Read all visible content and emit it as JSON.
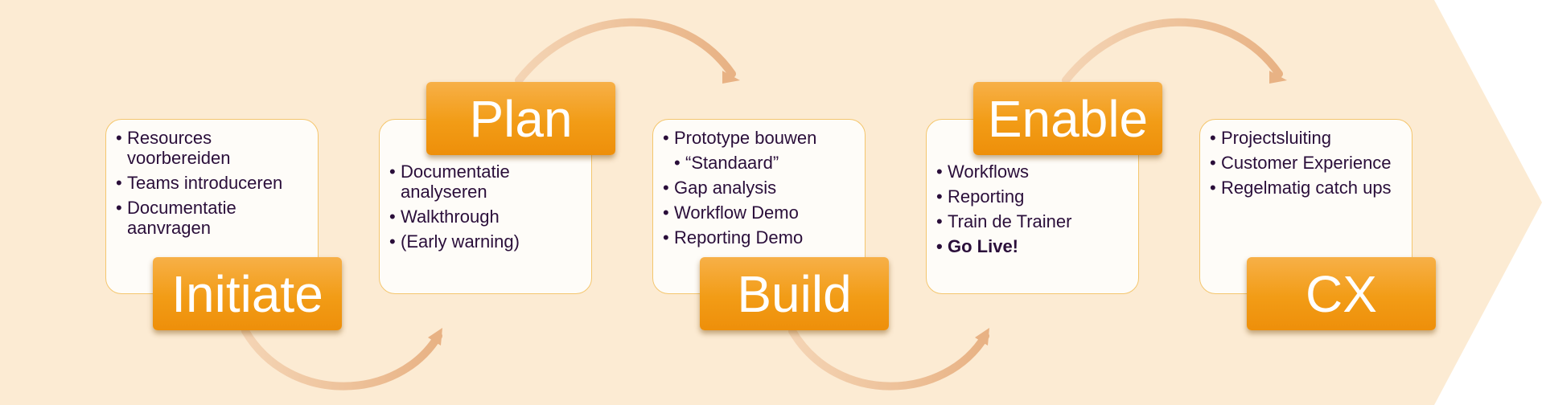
{
  "phases": [
    {
      "label": "Initiate",
      "items": [
        "Resources voorbereiden",
        "Teams introduceren",
        "Documentatie aanvragen"
      ]
    },
    {
      "label": "Plan",
      "items": [
        "Documentatie analyseren",
        "Walkthrough",
        "(Early warning)"
      ]
    },
    {
      "label": "Build",
      "items": [
        "Prototype bouwen",
        "“Standaard”",
        "Gap analysis",
        "Workflow Demo",
        "Reporting Demo"
      ]
    },
    {
      "label": "Enable",
      "items": [
        "Workflows",
        "Reporting",
        "Train de Trainer",
        "Go Live!"
      ]
    },
    {
      "label": "CX",
      "items": [
        "Projectsluiting",
        "Customer Experience",
        "Regelmatig catch ups"
      ]
    }
  ],
  "colors": {
    "background_arrow": "#fcebd3",
    "phase_box": "#f29c16",
    "card_border": "#f4c66e",
    "text": "#2a0e3a",
    "connector": "#ebb98f"
  }
}
